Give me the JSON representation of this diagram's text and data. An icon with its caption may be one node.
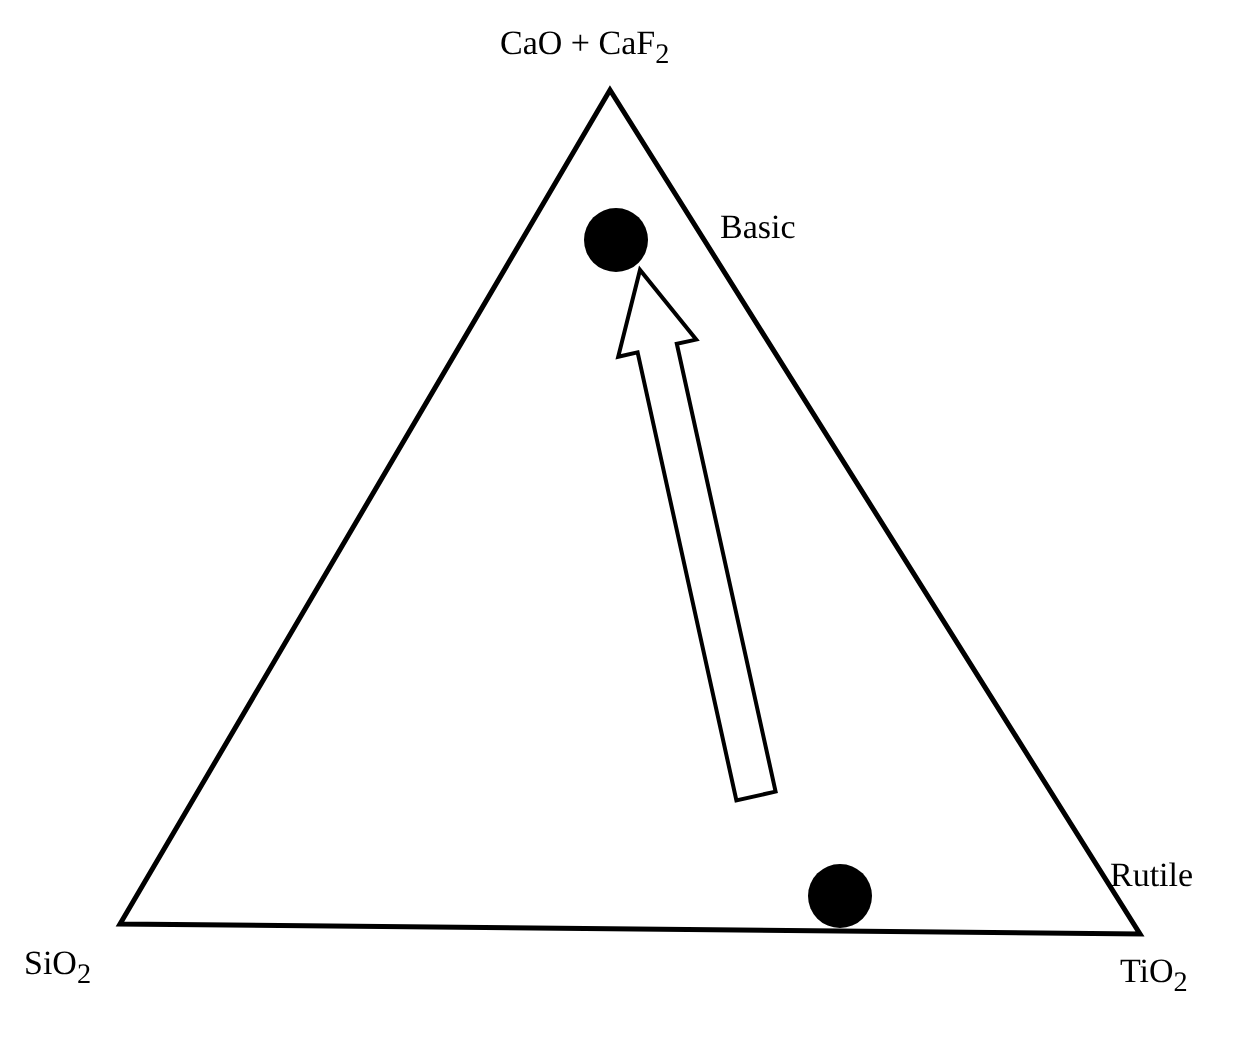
{
  "diagram": {
    "nodes": [
      {
        "text": [],
        "shape": "circle",
        "beside": [
          "Basic"
        ]
      },
      {
        "text": [],
        "shape": "circle"
      }
    ],
    "edges": [
      {
        "from": 1,
        "to": 0,
        "arrow": "to"
      }
    ],
    "labels": [
      "CaO + CaF$_{2}$",
      "Rutile",
      "SiO$_{2}$",
      "TiO$_{2}$"
    ]
  }
}
